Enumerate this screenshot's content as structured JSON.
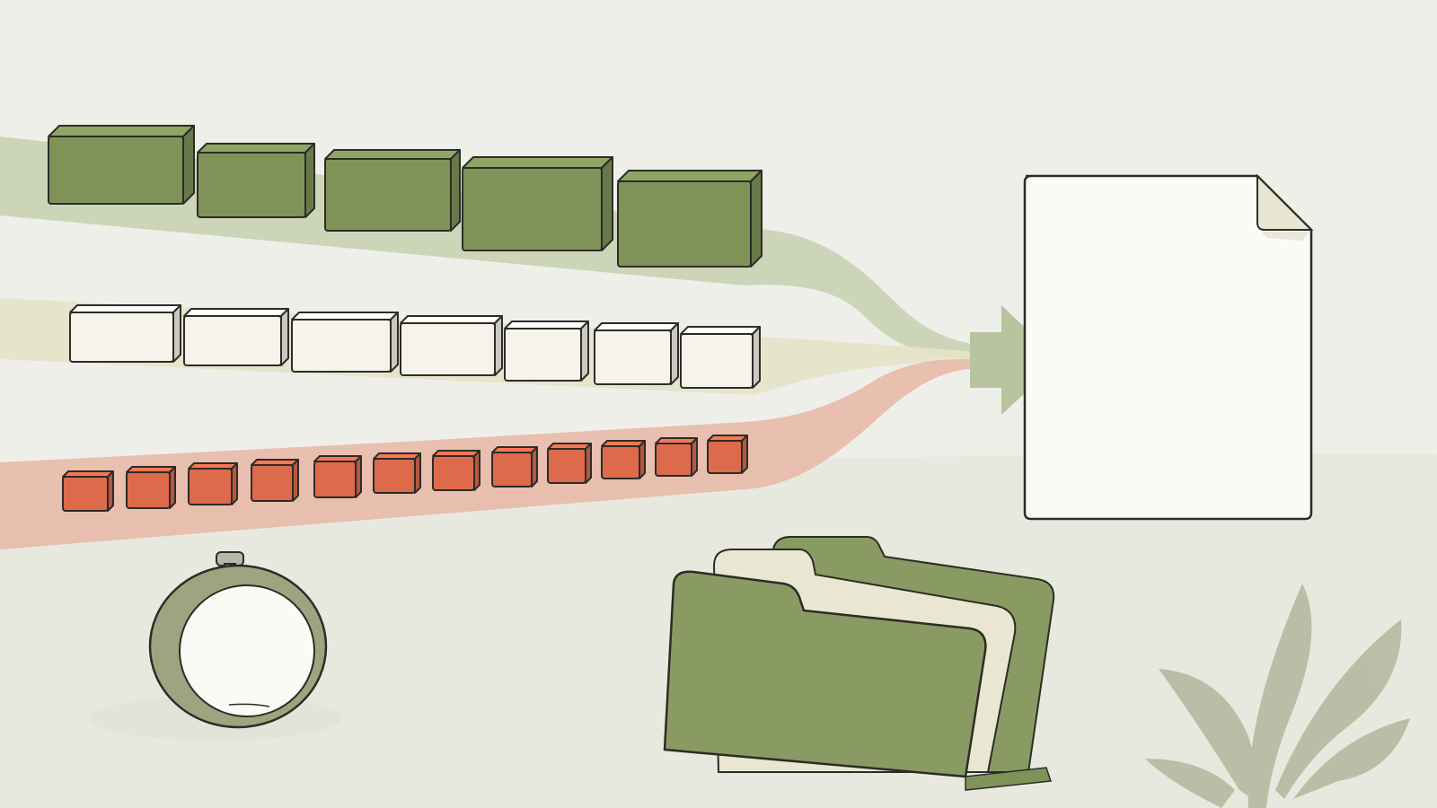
{
  "palette": {
    "background": "#efefe9",
    "floor": "#e7e9df",
    "green_band": "#c9d1b3",
    "cream_band": "#e4e3c8",
    "red_band": "#e7b6a6",
    "green_block": "#7f9359",
    "cream_block": "#f6f4ea",
    "red_block": "#de6a4c",
    "outline": "#2c2c28",
    "arrow": "#b8c39f",
    "document": "#fbfbf5",
    "folder": "#8a9a63",
    "folder_paper": "#e9e7d2",
    "leaf": "#a9b294"
  },
  "scene": {
    "rows": [
      {
        "name": "large-block-row",
        "block_count": 5,
        "style": "green"
      },
      {
        "name": "medium-block-row",
        "block_count": 7,
        "style": "cream"
      },
      {
        "name": "small-block-row",
        "block_count": 12,
        "style": "red"
      }
    ],
    "objects": [
      "merge-arrow-icon",
      "blank-document-icon",
      "stopwatch-icon",
      "folder-icon",
      "plant-leaves-icon"
    ]
  }
}
